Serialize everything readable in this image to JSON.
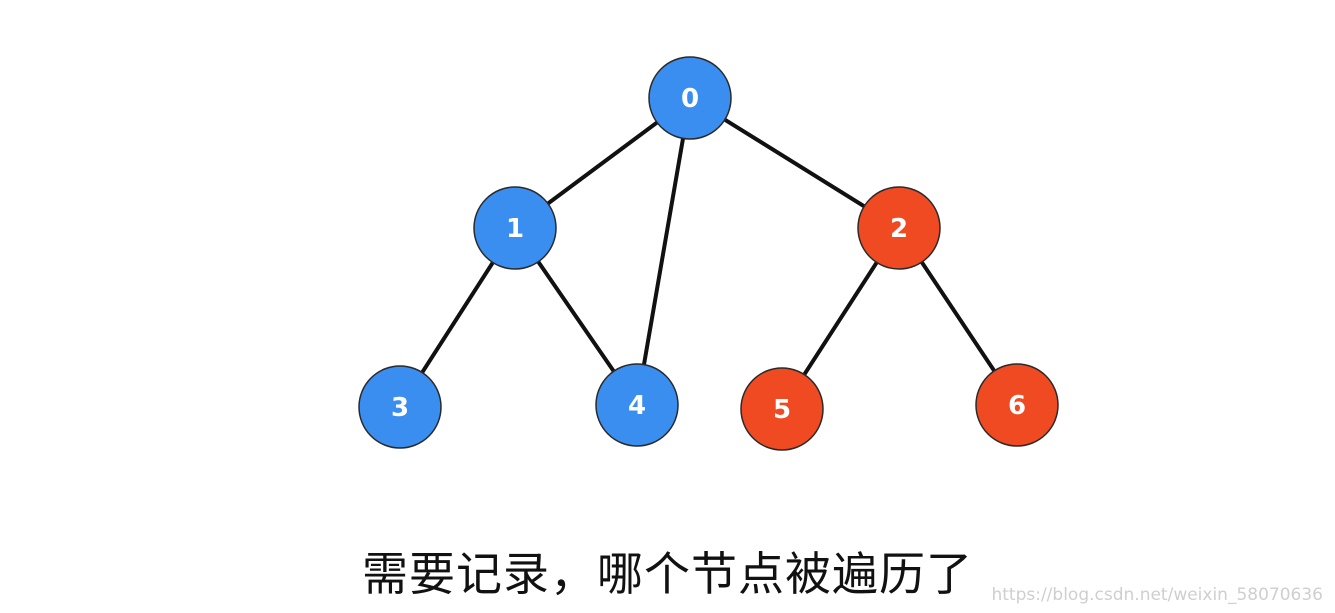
{
  "colors": {
    "visited": "#3a8ef0",
    "unvisited": "#f04a22",
    "edge": "#111111"
  },
  "graph": {
    "nodes": [
      {
        "id": "0",
        "label": "0",
        "state": "visited"
      },
      {
        "id": "1",
        "label": "1",
        "state": "visited"
      },
      {
        "id": "2",
        "label": "2",
        "state": "unvisited"
      },
      {
        "id": "3",
        "label": "3",
        "state": "visited"
      },
      {
        "id": "4",
        "label": "4",
        "state": "visited"
      },
      {
        "id": "5",
        "label": "5",
        "state": "unvisited"
      },
      {
        "id": "6",
        "label": "6",
        "state": "unvisited"
      }
    ],
    "edges": [
      {
        "from": "0",
        "to": "1"
      },
      {
        "from": "0",
        "to": "2"
      },
      {
        "from": "0",
        "to": "4"
      },
      {
        "from": "1",
        "to": "3"
      },
      {
        "from": "1",
        "to": "4"
      },
      {
        "from": "2",
        "to": "5"
      },
      {
        "from": "2",
        "to": "6"
      }
    ]
  },
  "caption": "需要记录，哪个节点被遍历了",
  "watermark": "https://blog.csdn.net/weixin_58070636"
}
